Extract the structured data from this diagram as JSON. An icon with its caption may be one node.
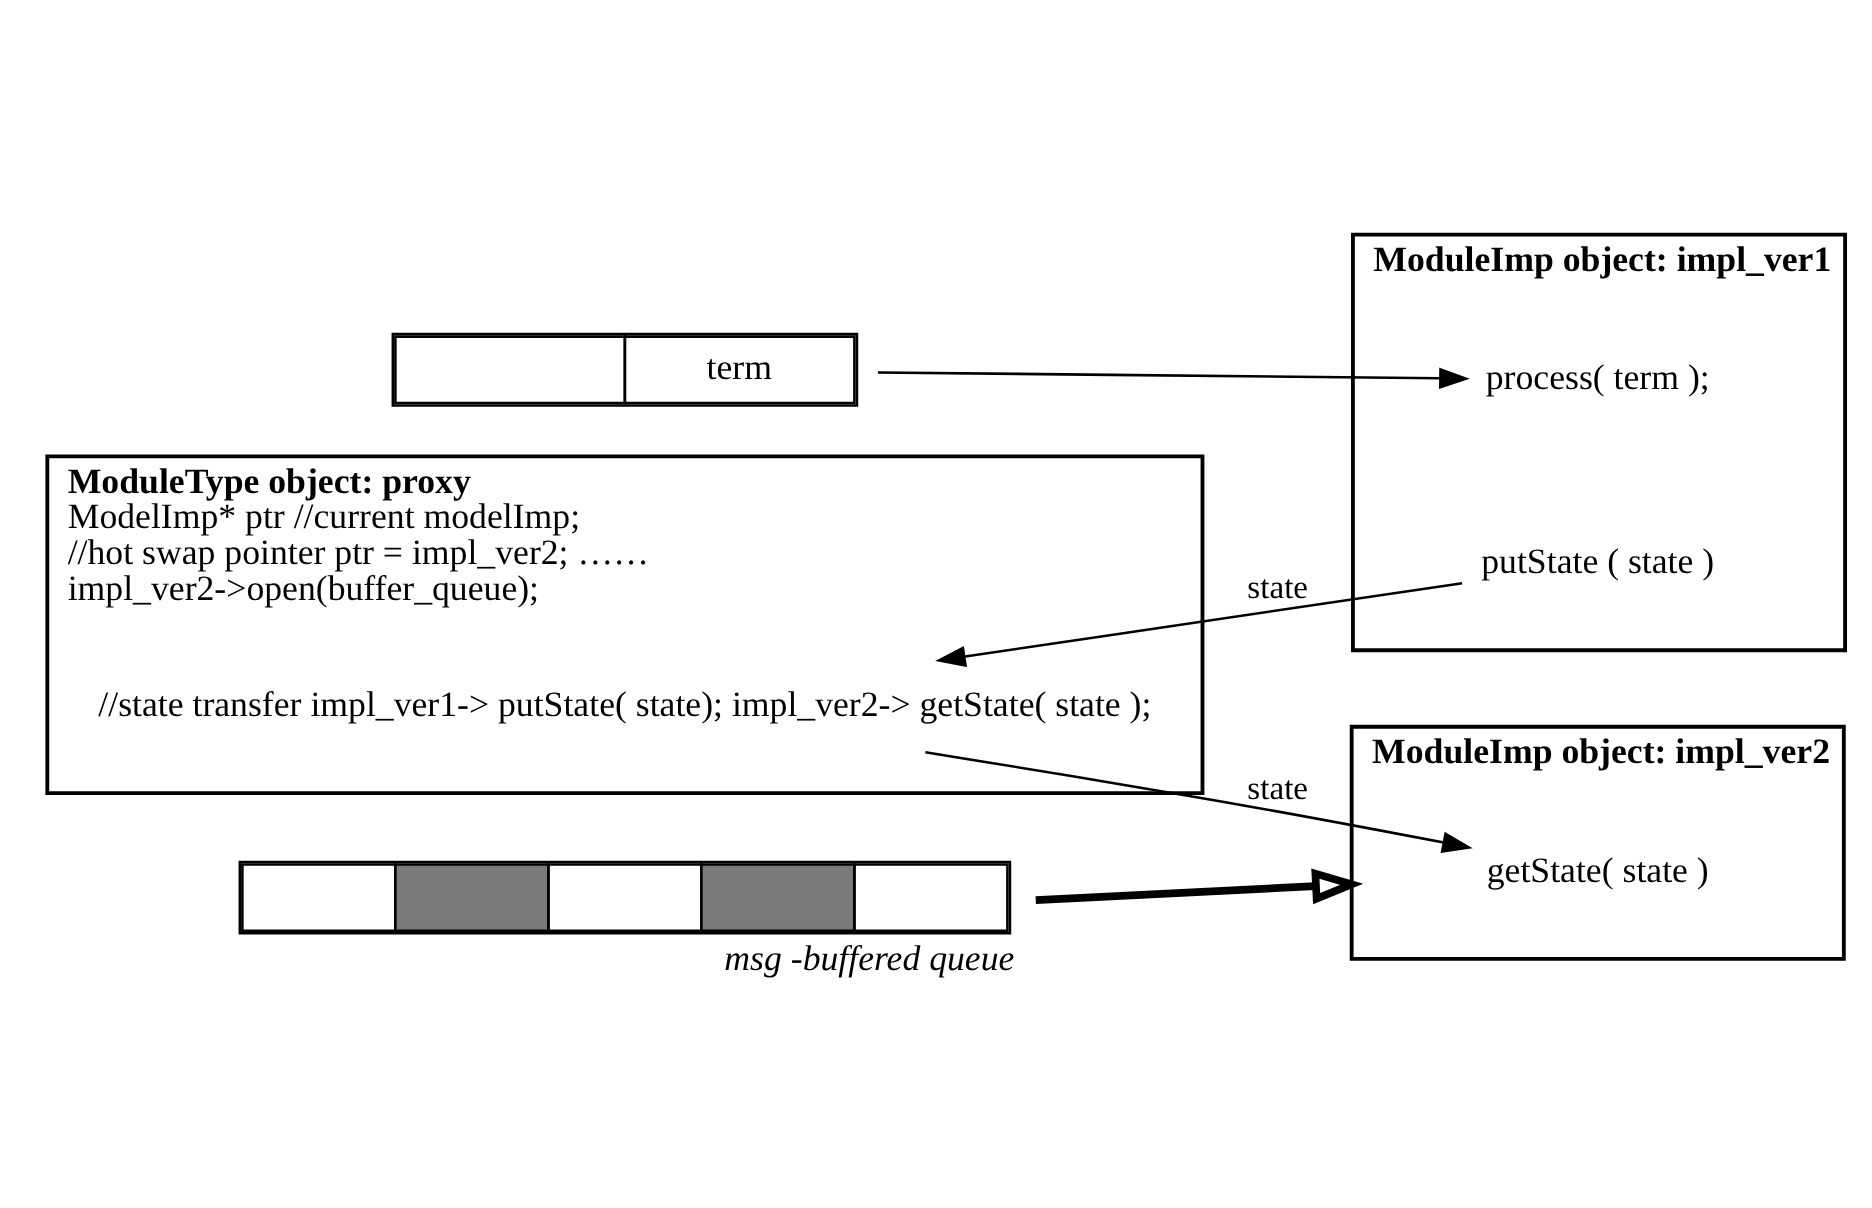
{
  "diagram": {
    "nodes": [
      {
        "text": [
          "ModuleType object: proxy",
          "ModelImp* ptr //current modelImp;",
          "//hot swap pointer ptr = impl_ver2; ……",
          "impl_ver2->open(buffer_queue);"
        ]
      },
      {
        "text": [
          "//state transfer impl_ver1-> putState( state); impl_ver2-> getState( state );"
        ],
        "in": 0
      },
      {
        "text": [
          "ModuleImp object: impl_ver1"
        ]
      },
      {
        "text": [
          "process( term );"
        ],
        "in": 2
      },
      {
        "text": [
          "term"
        ]
      },
      {
        "text": [
          "putState ( state )"
        ],
        "in": 2
      },
      {
        "text": [
          "ModuleImp object: impl_ver2"
        ]
      },
      {
        "text": [
          "getState( state )"
        ],
        "in": 6
      },
      {
        "text": [],
        "shape": "bar",
        "beside": [
          "msg -buffered queue"
        ]
      }
    ],
    "edges": [
      {
        "from": 5,
        "to": 1,
        "arrow": "to",
        "label": "state"
      },
      {
        "from": 1,
        "to": 7,
        "arrow": "to",
        "label": "state"
      },
      {
        "from": 4,
        "to": 3,
        "arrow": "to"
      },
      {
        "from": 8,
        "to": 6,
        "arrow": "to",
        "style": "thick"
      }
    ]
  }
}
